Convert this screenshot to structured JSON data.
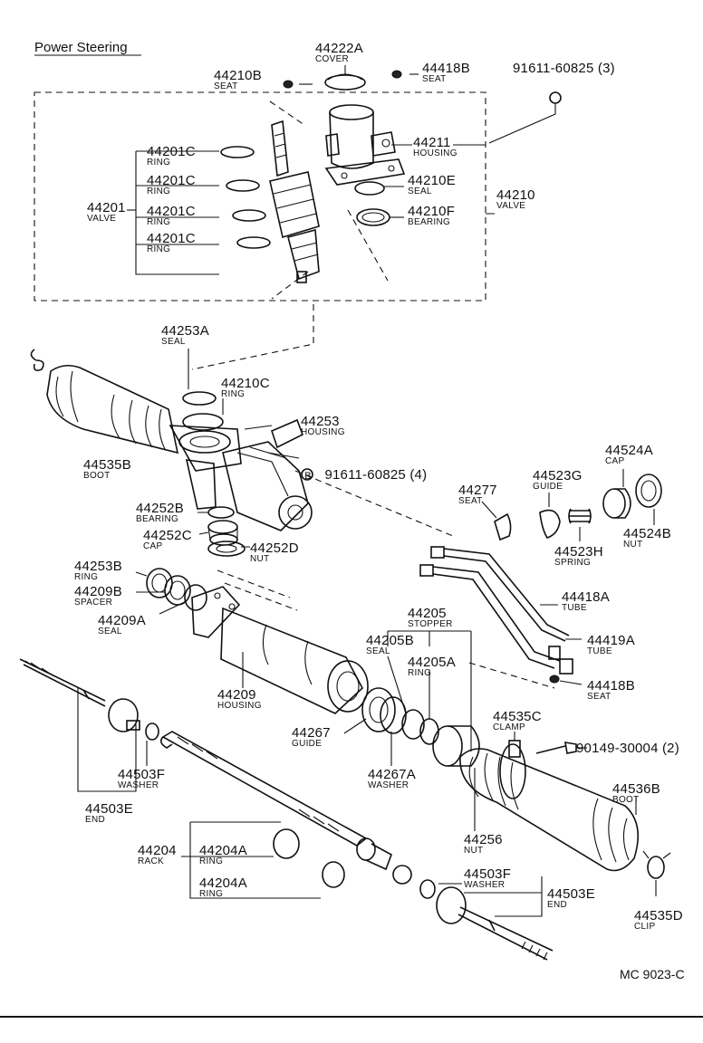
{
  "title": "Power Steering",
  "diagram_code": "MC 9023-C",
  "parts": {
    "p44222A": {
      "num": "44222A",
      "name": "COVER"
    },
    "p44210B": {
      "num": "44210B",
      "name": "SEAT"
    },
    "p44418B_top": {
      "num": "44418B",
      "name": "SEAT"
    },
    "p91611a": {
      "num": "91611-60825 (3)",
      "name": ""
    },
    "p44211": {
      "num": "44211",
      "name": "HOUSING"
    },
    "p44201C_1": {
      "num": "44201C",
      "name": "RING"
    },
    "p44201C_2": {
      "num": "44201C",
      "name": "RING"
    },
    "p44201C_3": {
      "num": "44201C",
      "name": "RING"
    },
    "p44201C_4": {
      "num": "44201C",
      "name": "RING"
    },
    "p44201": {
      "num": "44201",
      "name": "VALVE"
    },
    "p44210E": {
      "num": "44210E",
      "name": "SEAL"
    },
    "p44210F": {
      "num": "44210F",
      "name": "BEARING"
    },
    "p44210": {
      "num": "44210",
      "name": "VALVE"
    },
    "p44253A": {
      "num": "44253A",
      "name": "SEAL"
    },
    "p44210C": {
      "num": "44210C",
      "name": "RING"
    },
    "p44253": {
      "num": "44253",
      "name": "HOUSING"
    },
    "p44535B": {
      "num": "44535B",
      "name": "BOOT"
    },
    "p91611b": {
      "num": "91611-60825 (4)",
      "name": "",
      "marker": "B"
    },
    "p44524A": {
      "num": "44524A",
      "name": "CAP"
    },
    "p44523G": {
      "num": "44523G",
      "name": "GUIDE"
    },
    "p44277": {
      "num": "44277",
      "name": "SEAT"
    },
    "p44524B": {
      "num": "44524B",
      "name": "NUT"
    },
    "p44252B": {
      "num": "44252B",
      "name": "BEARING"
    },
    "p44252C": {
      "num": "44252C",
      "name": "CAP"
    },
    "p44252D": {
      "num": "44252D",
      "name": "NUT"
    },
    "p44523H": {
      "num": "44523H",
      "name": "SPRING"
    },
    "p44253B": {
      "num": "44253B",
      "name": "RING"
    },
    "p44209B": {
      "num": "44209B",
      "name": "SPACER"
    },
    "p44209A": {
      "num": "44209A",
      "name": "SEAL"
    },
    "p44418A": {
      "num": "44418A",
      "name": "TUBE"
    },
    "p44205": {
      "num": "44205",
      "name": "STOPPER"
    },
    "p44205B": {
      "num": "44205B",
      "name": "SEAL"
    },
    "p44205A": {
      "num": "44205A",
      "name": "RING"
    },
    "p44419A": {
      "num": "44419A",
      "name": "TUBE"
    },
    "p44209": {
      "num": "44209",
      "name": "HOUSING"
    },
    "p44418B_bot": {
      "num": "44418B",
      "name": "SEAT"
    },
    "p44535C": {
      "num": "44535C",
      "name": "CLAMP"
    },
    "p44267": {
      "num": "44267",
      "name": "GUIDE"
    },
    "p90149": {
      "num": "90149-30004 (2)",
      "name": ""
    },
    "p44503F_l": {
      "num": "44503F",
      "name": "WASHER"
    },
    "p44267A": {
      "num": "44267A",
      "name": "WASHER"
    },
    "p44536B": {
      "num": "44536B",
      "name": "BOOT"
    },
    "p44503E_l": {
      "num": "44503E",
      "name": "END"
    },
    "p44256": {
      "num": "44256",
      "name": "NUT"
    },
    "p44204": {
      "num": "44204",
      "name": "RACK"
    },
    "p44204A_1": {
      "num": "44204A",
      "name": "RING"
    },
    "p44204A_2": {
      "num": "44204A",
      "name": "RING"
    },
    "p44503F_r": {
      "num": "44503F",
      "name": "WASHER"
    },
    "p44503E_r": {
      "num": "44503E",
      "name": "END"
    },
    "p44535D": {
      "num": "44535D",
      "name": "CLIP"
    }
  }
}
